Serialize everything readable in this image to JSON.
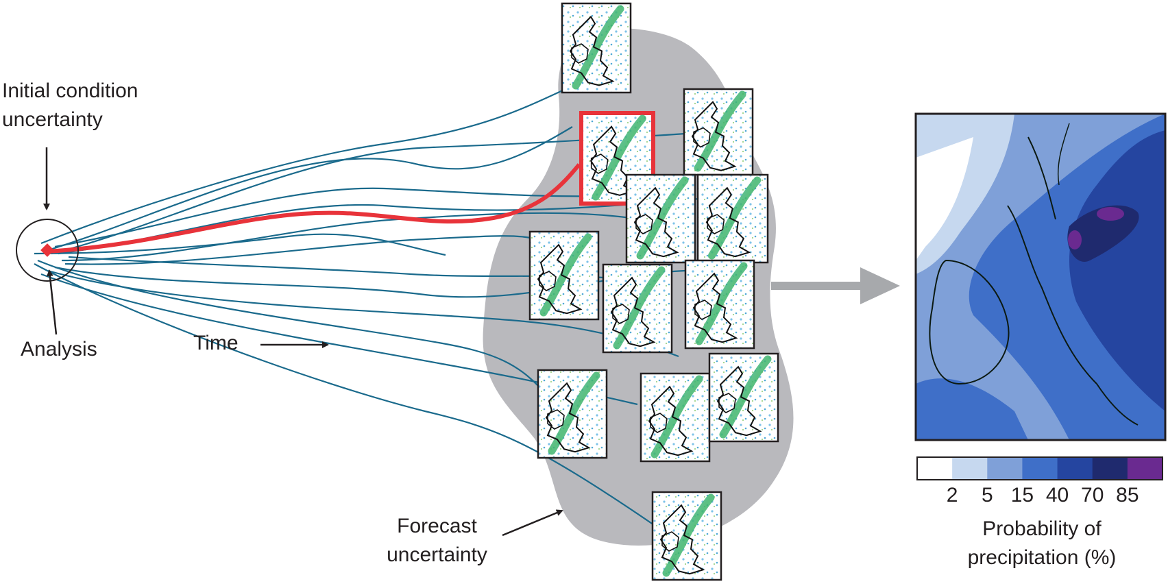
{
  "labels": {
    "initial_line1": "Initial condition",
    "initial_line2": "uncertainty",
    "analysis": "Analysis",
    "time": "Time",
    "forecast_line1": "Forecast",
    "forecast_line2": "uncertainty",
    "prob_line1": "Probability of",
    "prob_line2": "precipitation (%)"
  },
  "colorbar": {
    "colors": [
      "#ffffff",
      "#c6d8ef",
      "#7fa0d8",
      "#3f6fc8",
      "#2545a0",
      "#1f2a6e",
      "#6a2a90"
    ],
    "ticks": [
      "2",
      "5",
      "15",
      "40",
      "70",
      "85"
    ]
  },
  "colors": {
    "trajectory": "#1a6a8c",
    "highlight": "#e8333a",
    "uncertainty_blob": "#b9b9bd",
    "arrow_grey": "#a7a9ac",
    "text": "#231f20"
  }
}
